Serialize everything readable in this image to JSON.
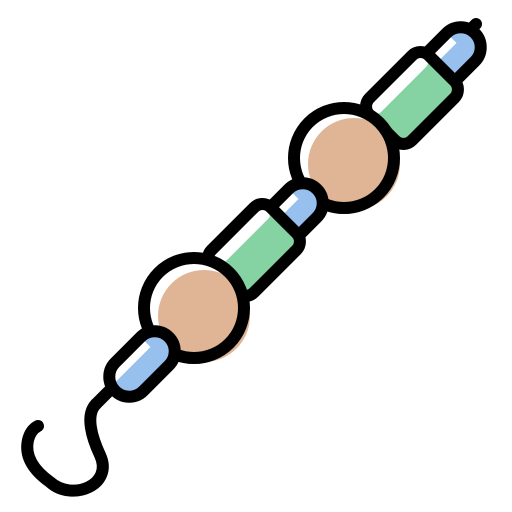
{
  "icon": {
    "name": "kebab-skewer-icon",
    "pieces": [
      "pepper-blue",
      "meat-ball",
      "pepper-green",
      "pepper-blue",
      "meat-ball",
      "pepper-green",
      "pepper-blue"
    ]
  },
  "colors": {
    "outline": "#000000",
    "background": "#ffffff",
    "blue": "#98C0EF",
    "green": "#85D3A3",
    "meat": "#DFB595",
    "highlight": "#ffffff"
  }
}
